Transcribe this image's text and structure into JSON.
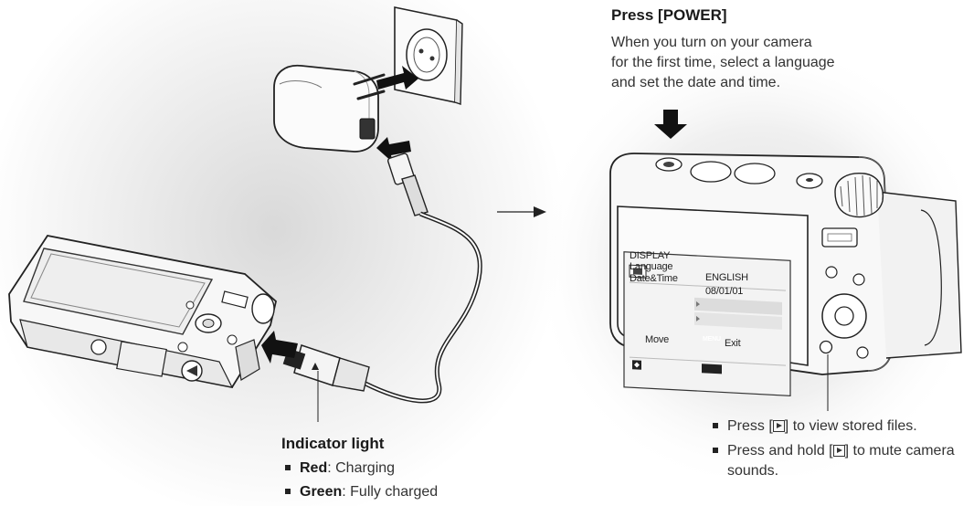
{
  "power": {
    "heading": "Press [POWER]",
    "description_lines": [
      "When you turn on your camera",
      "for the first time, select a language",
      "and set the date and time."
    ]
  },
  "indicator": {
    "heading": "Indicator light",
    "items": [
      {
        "term": "Red",
        "text": ": Charging"
      },
      {
        "term": "Green",
        "text": ": Fully charged"
      }
    ]
  },
  "playback": {
    "items": [
      {
        "before": "Press [",
        "after": "] to view stored files."
      },
      {
        "before": "Press and hold [",
        "after": "] to mute camera sounds."
      }
    ]
  },
  "camera_screen": {
    "menu_title": "DISPLAY",
    "rows": [
      {
        "label": "Language",
        "value": "ENGLISH"
      },
      {
        "label": "Date&Time",
        "value": "08/01/01"
      }
    ],
    "footer_move": "Move",
    "footer_menu_key": "MENU",
    "footer_exit": "Exit"
  },
  "icons": [
    "wall-outlet-icon",
    "charger-adapter-icon",
    "usb-cable-icon",
    "camera-back-icon",
    "camera-front-icon",
    "play-button-icon",
    "arrow-down-icon",
    "arrow-right-icon"
  ]
}
